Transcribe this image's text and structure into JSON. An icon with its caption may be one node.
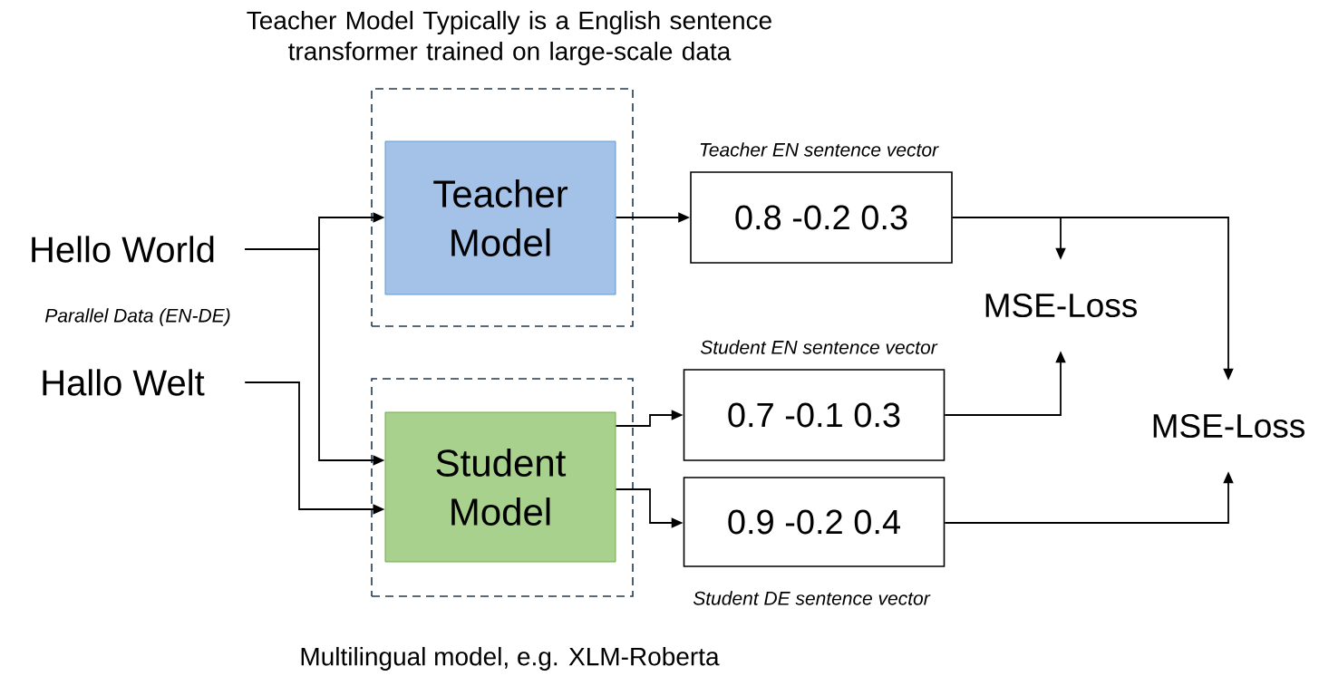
{
  "diagram": {
    "nodes": [
      {
        "text": [
          "Hello World"
        ]
      },
      {
        "text": [
          "Hallo Welt"
        ]
      },
      {
        "text": [
          "Teacher Model Typically is a English sentence transformer trained on large-scale data"
        ]
      },
      {
        "text": [
          "Teacher Model"
        ],
        "in": 2
      },
      {
        "text": [],
        "shape": "box",
        "beside": [
          "Multilingual model, e.g. XLM-Roberta"
        ]
      },
      {
        "text": [
          "Student Model"
        ],
        "in": 4
      },
      {
        "text": [
          "0.8 -0.2 0.3"
        ],
        "beside": [
          "Teacher EN sentence vector"
        ]
      },
      {
        "text": [
          "0.7 -0.1 0.3"
        ],
        "beside": [
          "Student EN sentence vector"
        ]
      },
      {
        "text": [
          "0.9 -0.2 0.4"
        ],
        "beside": [
          "Student DE sentence vector"
        ]
      },
      {
        "text": [
          "MSE-Loss"
        ]
      },
      {
        "text": [
          "MSE-Loss"
        ]
      }
    ],
    "edges": [
      {
        "from": 0,
        "to": 3,
        "arrow": "to"
      },
      {
        "from": 0,
        "to": 5,
        "arrow": "to"
      },
      {
        "from": 1,
        "to": 5,
        "arrow": "to"
      },
      {
        "from": 3,
        "to": 6,
        "arrow": "to"
      },
      {
        "from": 5,
        "to": 7,
        "arrow": "to"
      },
      {
        "from": 5,
        "to": 8,
        "arrow": "to"
      },
      {
        "from": 6,
        "to": 9,
        "arrow": "to"
      },
      {
        "from": 6,
        "to": 10,
        "arrow": "to"
      },
      {
        "from": 7,
        "to": 9,
        "arrow": "to"
      },
      {
        "from": 8,
        "to": 10,
        "arrow": "to"
      }
    ],
    "labels": [
      "Parallel Data (EN-DE)"
    ]
  }
}
